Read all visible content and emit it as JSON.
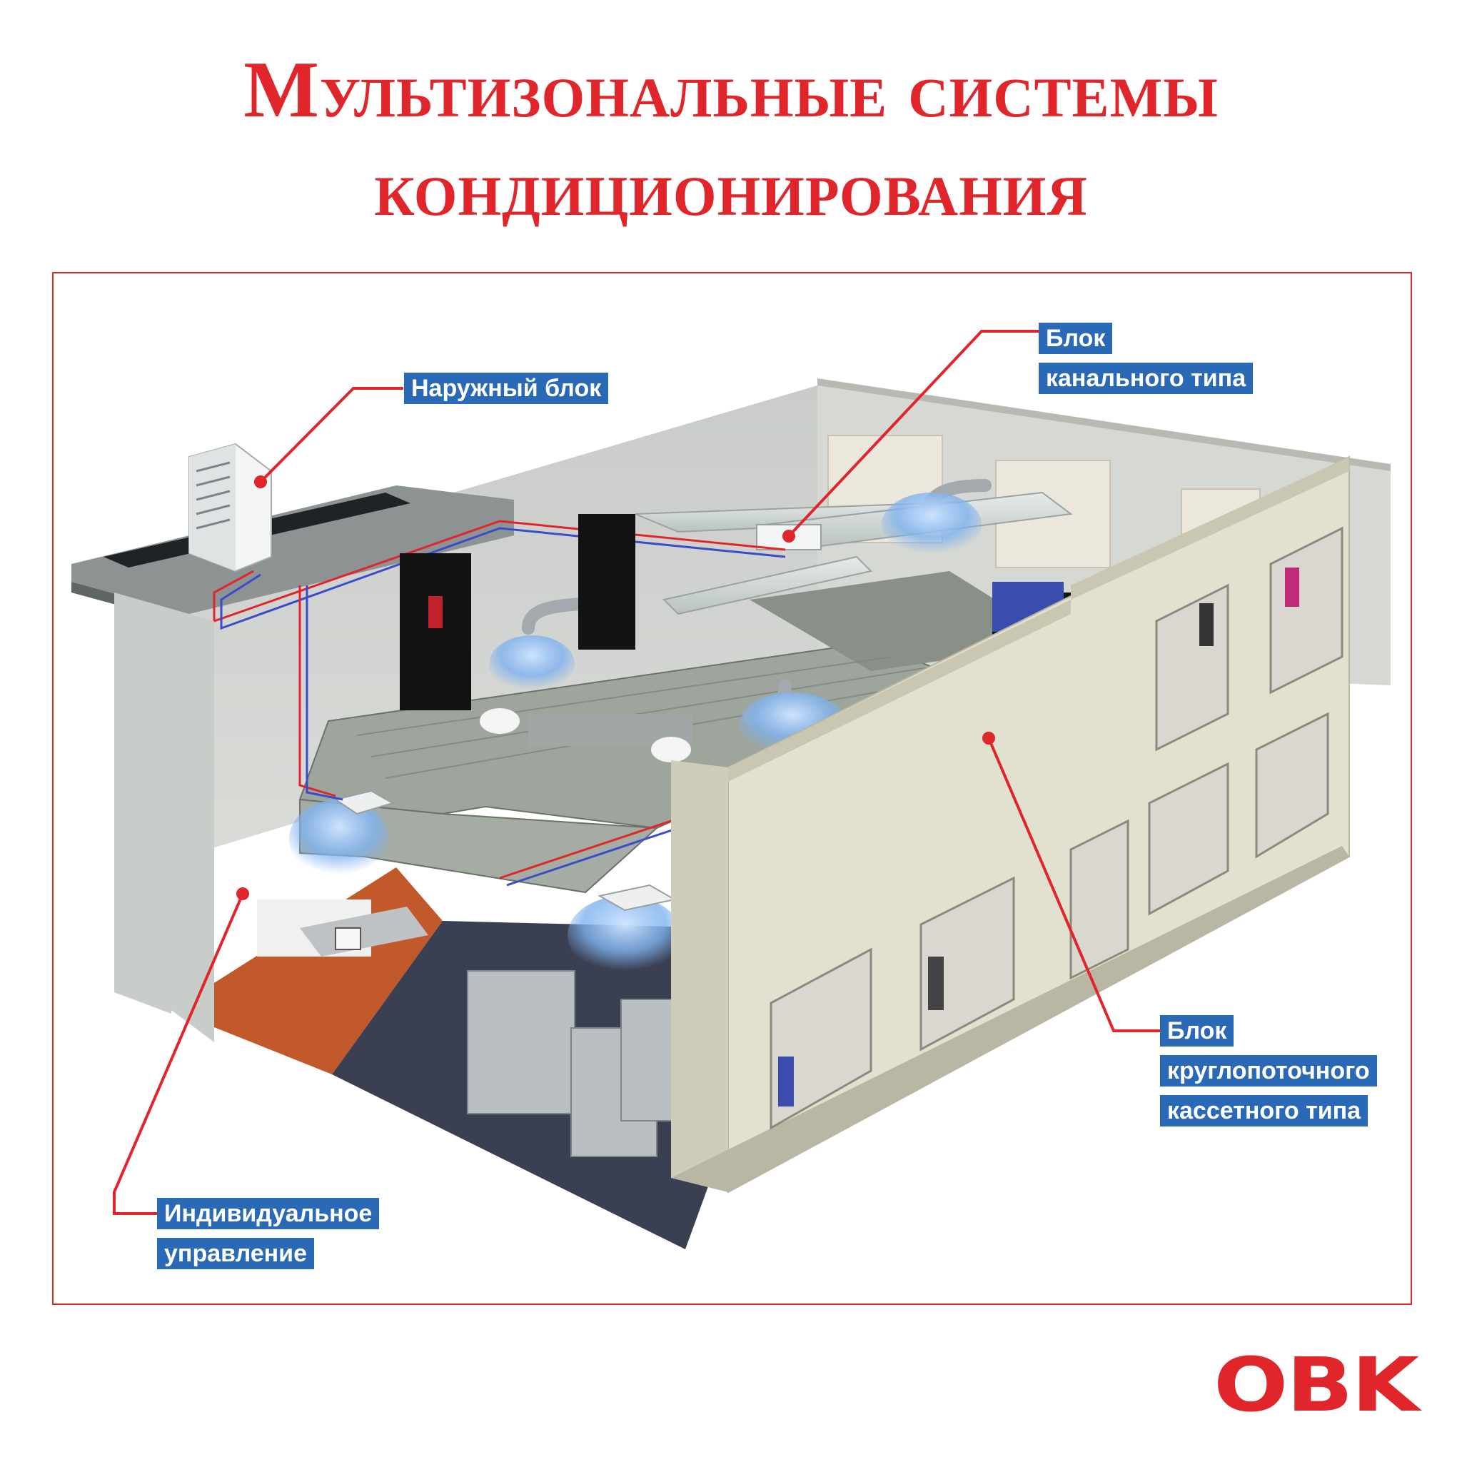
{
  "title": {
    "line1": "Мультизональные системы",
    "line2": "кондиционирования"
  },
  "labels": {
    "outdoor_unit": "Наружный блок",
    "duct_unit_line1": "Блок",
    "duct_unit_line2": "канального типа",
    "cassette_unit_line1": "Блок",
    "cassette_unit_line2": "круглопоточного",
    "cassette_unit_line3": "кассетного типа",
    "individual_control_line1": "Индивидуальное",
    "individual_control_line2": "управление"
  },
  "logo": "OBK",
  "colors": {
    "accent_red": "#e0252b",
    "label_blue": "#2a69b5",
    "wall_beige": "#e2e0cf",
    "floor_wood": "#c1592b",
    "floor_tile": "#3a4052",
    "airflow_blue": "#6fa8ea",
    "pipe_blue": "#3a4cc9"
  }
}
